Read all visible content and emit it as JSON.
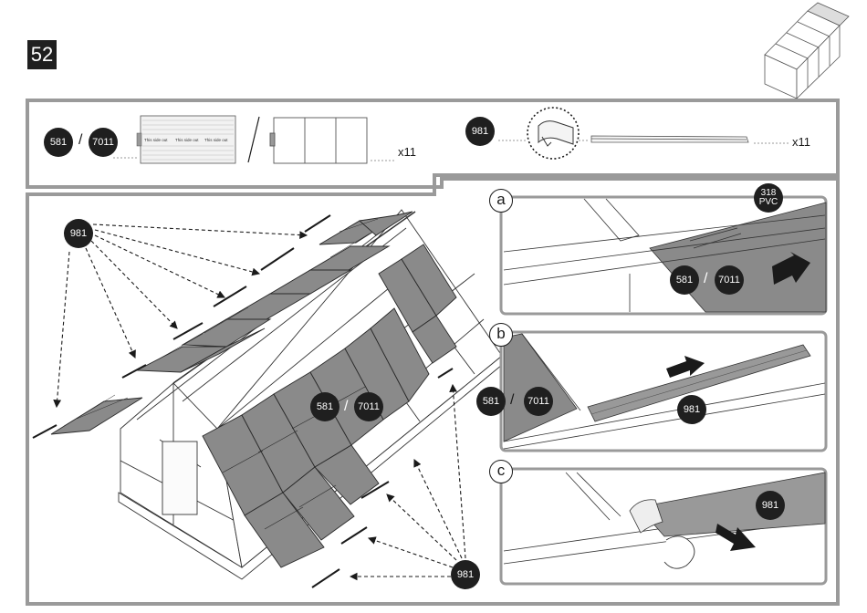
{
  "step": "52",
  "parts_box": {
    "panel_code_a": "581",
    "panel_code_b": "7011",
    "separator": "/",
    "panel_labels": [
      "This side out",
      "This side out",
      "This side out"
    ],
    "panel_qty": "x11",
    "profile_code": "981",
    "profile_qty": "x11"
  },
  "detail_a": {
    "letter": "a",
    "pvc_code": "318",
    "pvc_label": "PVC",
    "panel_code_a": "581",
    "panel_code_b": "7011"
  },
  "detail_b": {
    "letter": "b",
    "panel_code_a": "581",
    "panel_code_b": "7011",
    "profile_code": "981"
  },
  "detail_c": {
    "letter": "c",
    "profile_code": "981"
  },
  "main": {
    "profile_code_top": "981",
    "profile_code_bottom": "981",
    "panel_code_a": "581",
    "panel_code_b": "7011"
  },
  "colors": {
    "frame_gray": "#9a9a9a",
    "panel_gray": "#8a8a8a",
    "badge_black": "#1f1f1f"
  }
}
